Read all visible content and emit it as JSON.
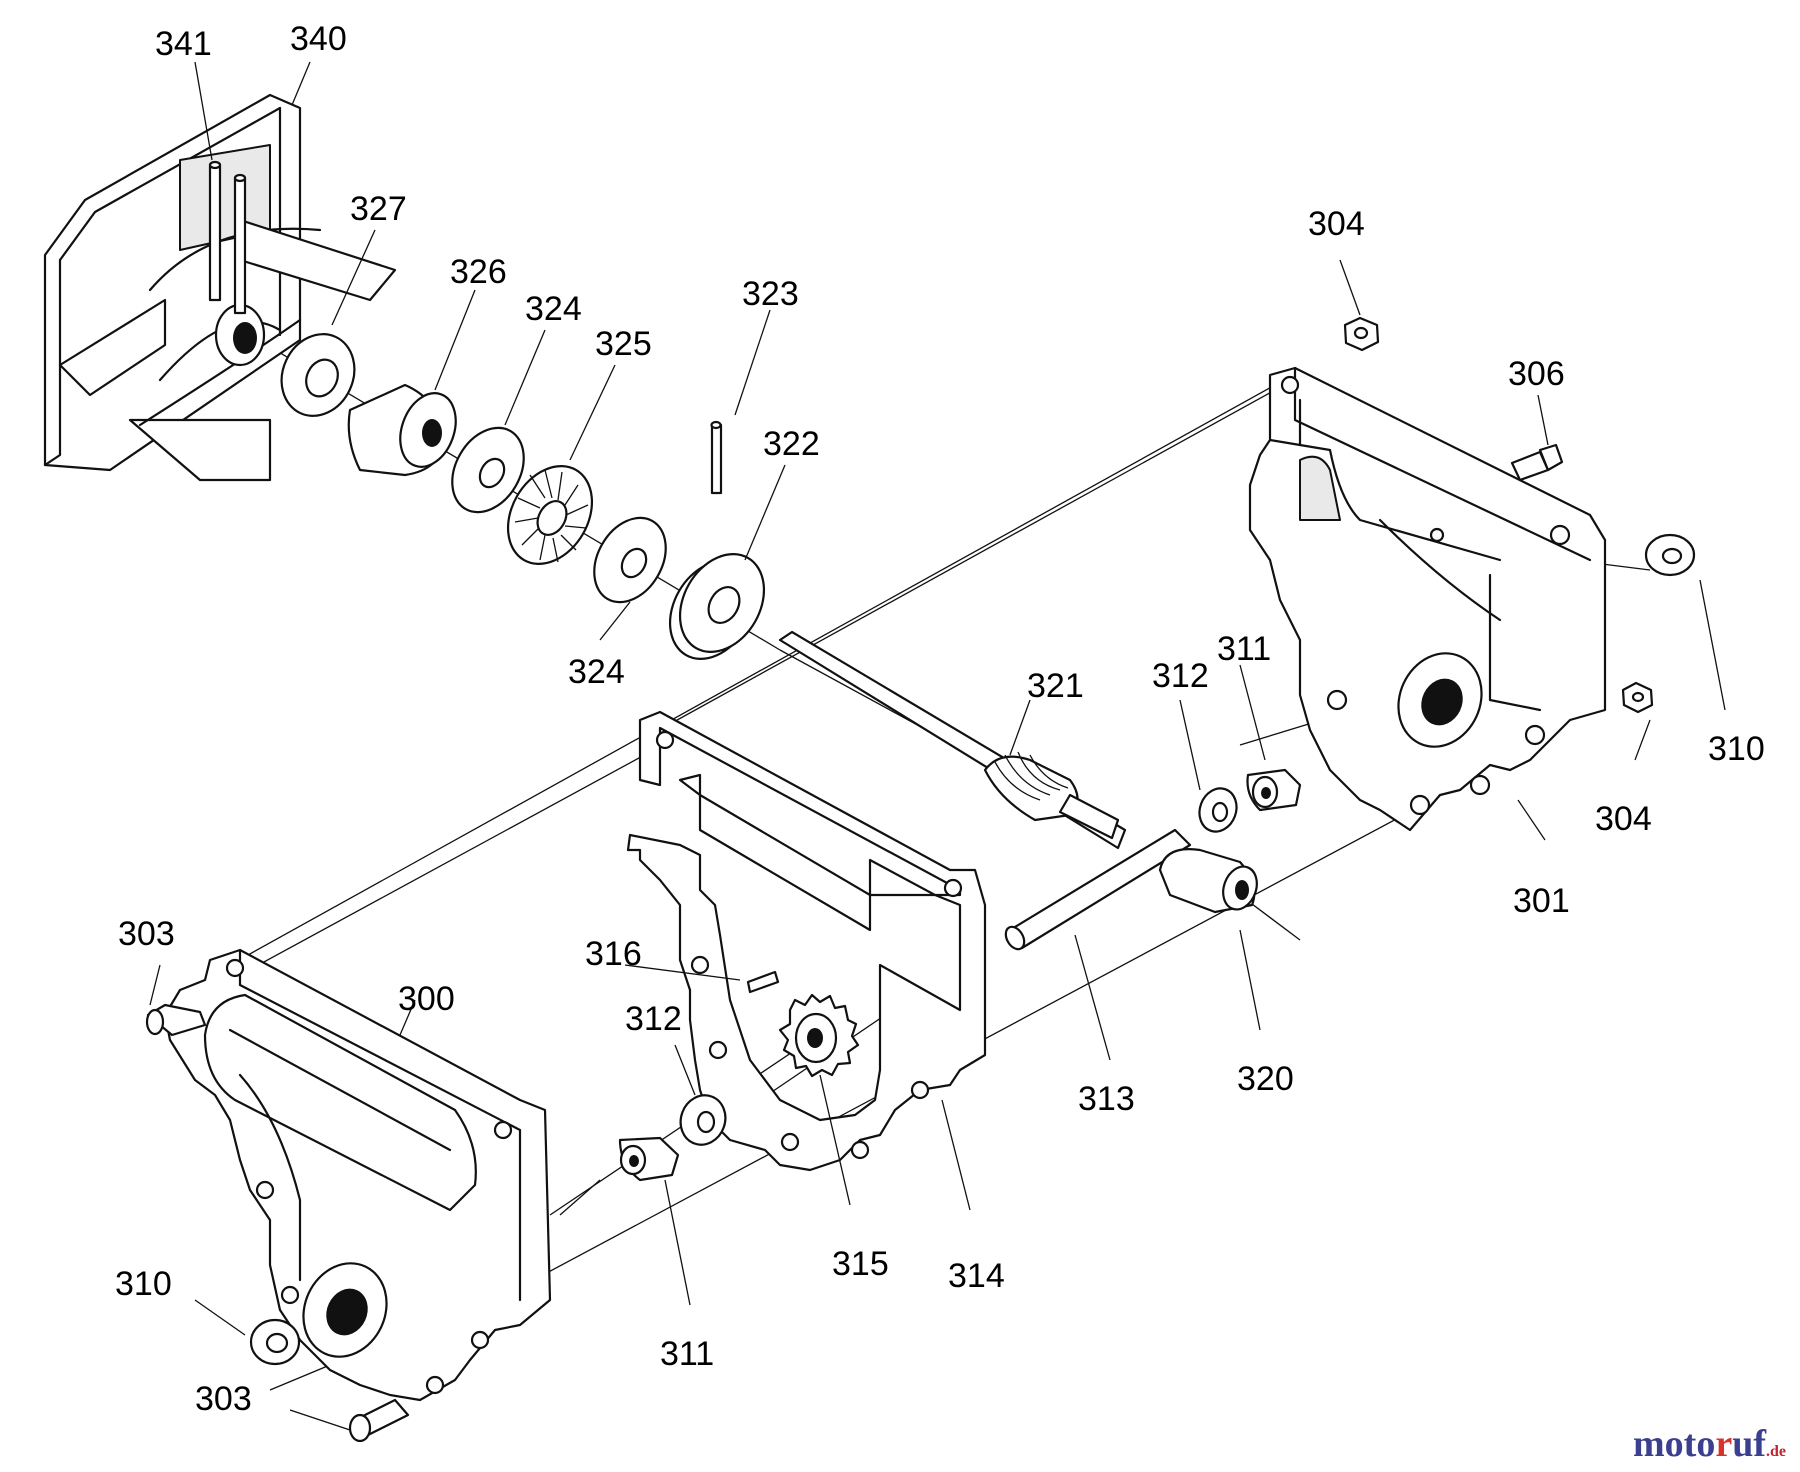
{
  "diagram": {
    "parts": [
      {
        "id": "p341",
        "label": "341"
      },
      {
        "id": "p340",
        "label": "340"
      },
      {
        "id": "p327",
        "label": "327"
      },
      {
        "id": "p326",
        "label": "326"
      },
      {
        "id": "p324a",
        "label": "324"
      },
      {
        "id": "p325",
        "label": "325"
      },
      {
        "id": "p323",
        "label": "323"
      },
      {
        "id": "p322",
        "label": "322"
      },
      {
        "id": "p324b",
        "label": "324"
      },
      {
        "id": "p304a",
        "label": "304"
      },
      {
        "id": "p306",
        "label": "306"
      },
      {
        "id": "p310a",
        "label": "310"
      },
      {
        "id": "p304b",
        "label": "304"
      },
      {
        "id": "p301",
        "label": "301"
      },
      {
        "id": "p321",
        "label": "321"
      },
      {
        "id": "p312a",
        "label": "312"
      },
      {
        "id": "p311a",
        "label": "311"
      },
      {
        "id": "p320",
        "label": "320"
      },
      {
        "id": "p313",
        "label": "313"
      },
      {
        "id": "p316",
        "label": "316"
      },
      {
        "id": "p312b",
        "label": "312"
      },
      {
        "id": "p303a",
        "label": "303"
      },
      {
        "id": "p300",
        "label": "300"
      },
      {
        "id": "p315",
        "label": "315"
      },
      {
        "id": "p314",
        "label": "314"
      },
      {
        "id": "p311b",
        "label": "311"
      },
      {
        "id": "p310b",
        "label": "310"
      },
      {
        "id": "p303b",
        "label": "303"
      }
    ]
  },
  "watermark": {
    "brand_main": "moto",
    "brand_accent": "r",
    "brand_tail": "uf",
    "suffix": ".de"
  },
  "colors": {
    "line": "#111111",
    "background": "#ffffff",
    "watermark_blue": "#3a3f8f",
    "watermark_red": "#c0262d"
  }
}
